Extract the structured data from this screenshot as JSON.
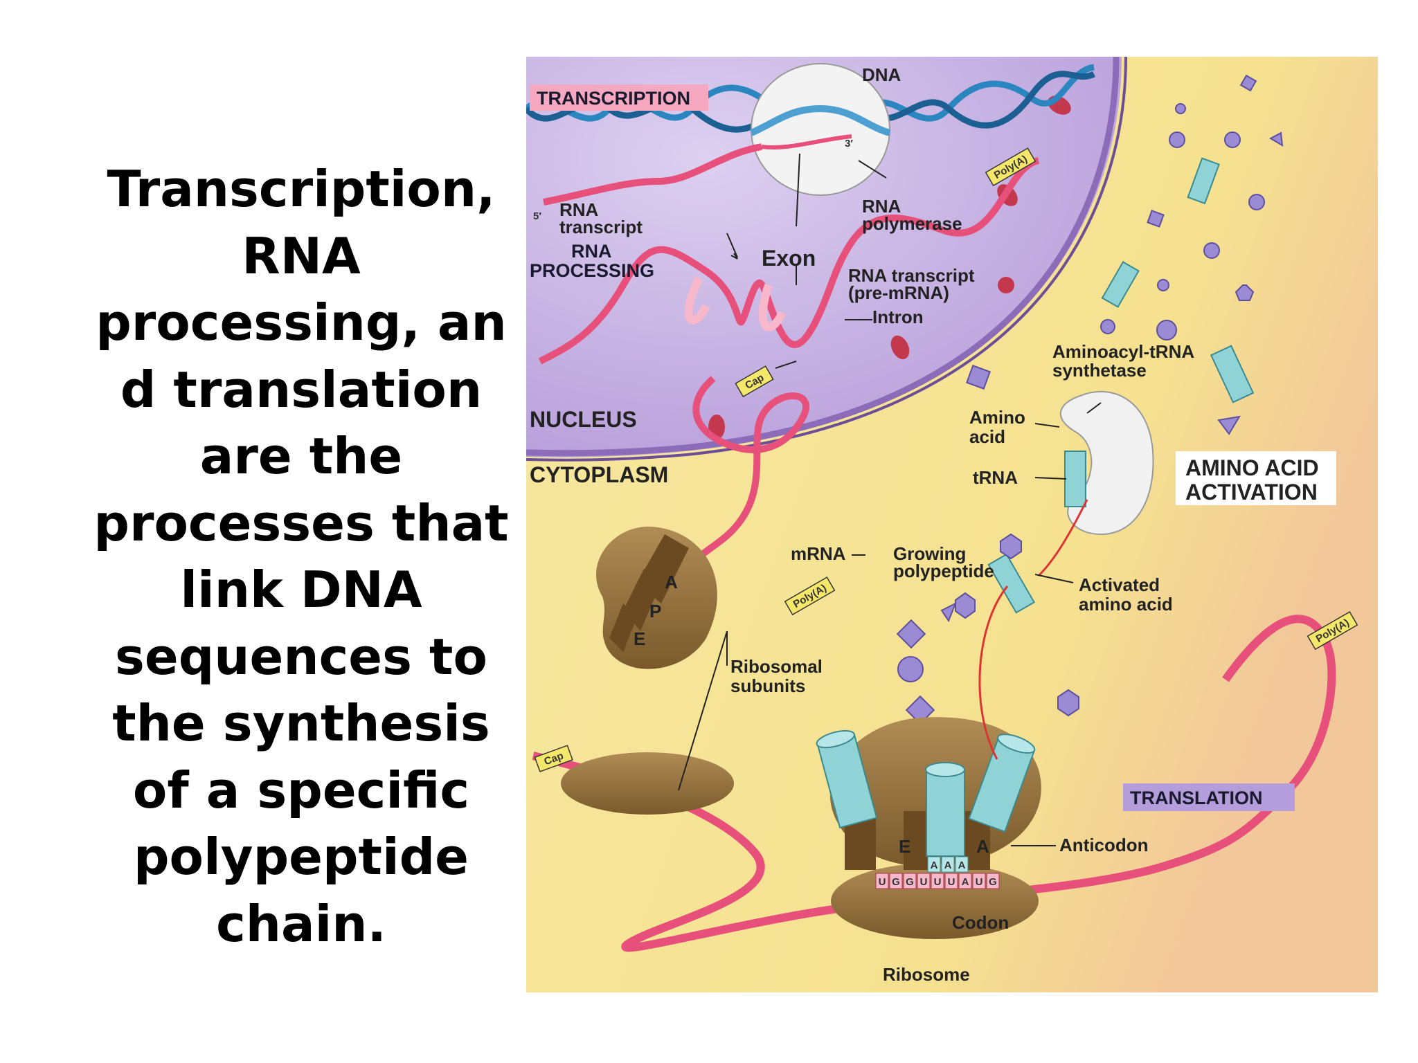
{
  "caption": "Transcription,\nRNA\nprocessing, an\nd translation\nare the\nprocesses that\nlink DNA\nsequences to\nthe synthesis\nof a specific\npolypeptide\nchain.",
  "figure": {
    "sections": {
      "transcription": "TRANSCRIPTION",
      "rna_processing_line1": "RNA",
      "rna_processing_line2": "PROCESSING",
      "nucleus": "NUCLEUS",
      "cytoplasm": "CYTOPLASM",
      "amino_acid_activation_line1": "AMINO ACID",
      "amino_acid_activation_line2": "ACTIVATION",
      "translation": "TRANSLATION"
    },
    "labels": {
      "dna": "DNA",
      "three_prime": "3′",
      "five_prime": "5′",
      "rna_transcript_line1": "RNA",
      "rna_transcript_line2": "transcript",
      "rna_polymerase_line1": "RNA",
      "rna_polymerase_line2": "polymerase",
      "exon": "Exon",
      "pre_mrna_line1": "RNA transcript",
      "pre_mrna_line2": "(pre-mRNA)",
      "intron": "Intron",
      "aminoacyl_line1": "Aminoacyl-tRNA",
      "aminoacyl_line2": "synthetase",
      "amino_acid_line1": "Amino",
      "amino_acid_line2": "acid",
      "trna": "tRNA",
      "mrna": "mRNA",
      "growing_line1": "Growing",
      "growing_line2": "polypeptide",
      "activated_line1": "Activated",
      "activated_line2": "amino acid",
      "ribosomal_line1": "Ribosomal",
      "ribosomal_line2": "subunits",
      "anticodon": "Anticodon",
      "codon": "Codon",
      "ribosome": "Ribosome",
      "site_e": "E",
      "site_p": "P",
      "site_a": "A"
    },
    "mrna_tags": {
      "cap": "Cap",
      "poly_a": "Poly(A)"
    },
    "codon_letters": [
      "U",
      "G",
      "G",
      "U",
      "U",
      "U",
      "A",
      "U",
      "G"
    ],
    "anticodon_letters": [
      "A",
      "A",
      "A"
    ],
    "colors": {
      "nucleus": "#c5b2e0",
      "cytoplasm": "#f7e69a",
      "mrna": "#e6507a",
      "trna": "#8fd3d6",
      "ribosome": "#9a7640",
      "amino_acid": "#9b8bd4",
      "transcription_tag": "#f5a8c0",
      "translation_tag": "#b39ddb"
    }
  }
}
